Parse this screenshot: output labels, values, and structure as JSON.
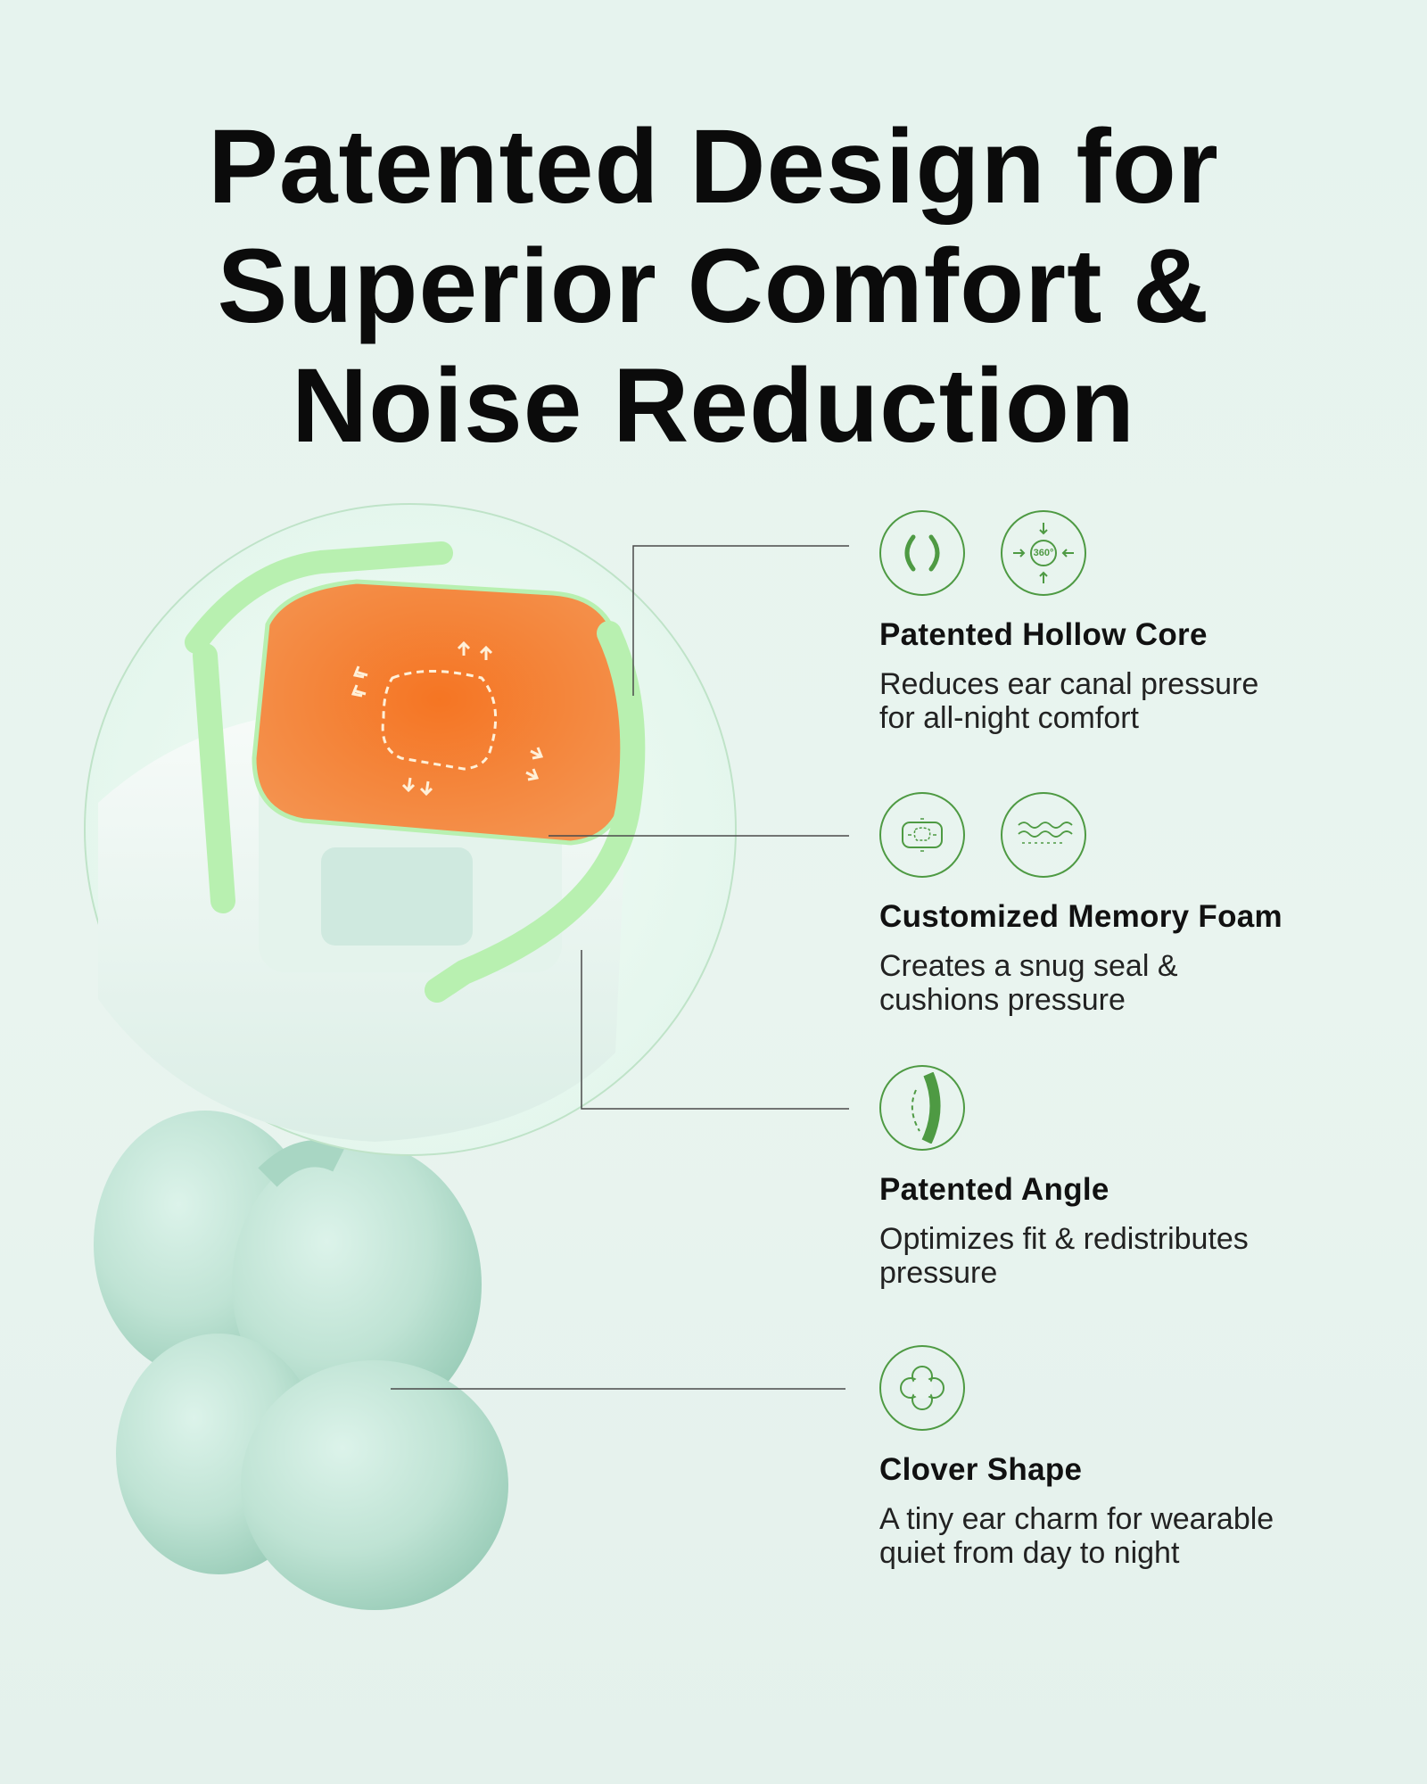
{
  "headline": {
    "line1": "Patented Design for",
    "line2": "Superior Comfort &",
    "line3": "Noise Reduction"
  },
  "theme": {
    "accent": "#4e9a43",
    "foam_orange": "#f47b2a",
    "earplug_mint": "#bfe3d4",
    "highlight_green": "#b8f0b0"
  },
  "features": [
    {
      "title": "Patented Hollow Core",
      "desc_line1": "Reduces ear canal pressure",
      "desc_line2": "for all-night comfort",
      "icons": [
        "hollow-core-icon",
        "rotate-360-icon"
      ],
      "icon_text": "360°"
    },
    {
      "title": "Customized Memory Foam",
      "desc_line1": "Creates a snug seal &",
      "desc_line2": "cushions pressure",
      "icons": [
        "foam-pad-icon",
        "sound-wave-icon"
      ]
    },
    {
      "title": "Patented Angle",
      "desc_line1": "Optimizes fit & redistributes",
      "desc_line2": "pressure",
      "icons": [
        "angle-icon"
      ]
    },
    {
      "title": "Clover Shape",
      "desc_line1": "A tiny ear charm for wearable",
      "desc_line2": "quiet from day to night",
      "icons": [
        "clover-icon"
      ]
    }
  ]
}
